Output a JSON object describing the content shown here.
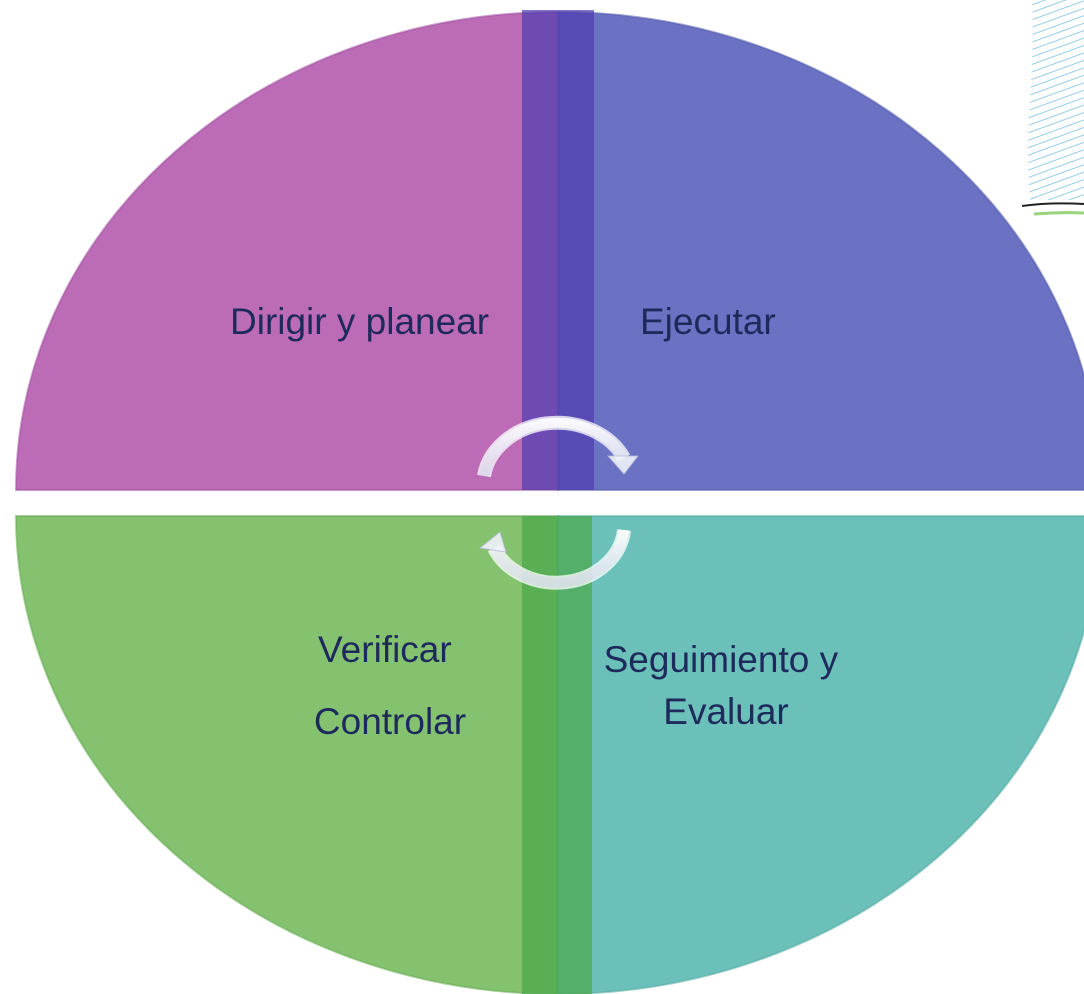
{
  "diagram": {
    "quadrants": {
      "top_left": {
        "lines": [
          "Dirigir y planear"
        ],
        "color": "#bc6bb6"
      },
      "top_right": {
        "lines": [
          "Ejecutar"
        ],
        "color": "#6b71c3"
      },
      "bottom_left": {
        "lines": [
          "Verificar",
          "Controlar"
        ],
        "color": "#84c270"
      },
      "bottom_right": {
        "lines": [
          "Seguimiento y",
          "Evaluar"
        ],
        "color": "#6bc1b9"
      }
    },
    "text_color": "#1f2a5c",
    "icons": {
      "cycle_arrow_top": "curved-arrow-clockwise",
      "cycle_arrow_bottom": "curved-arrow-counterclockwise",
      "corner_decoration": "blue-hatched-sketch"
    }
  }
}
